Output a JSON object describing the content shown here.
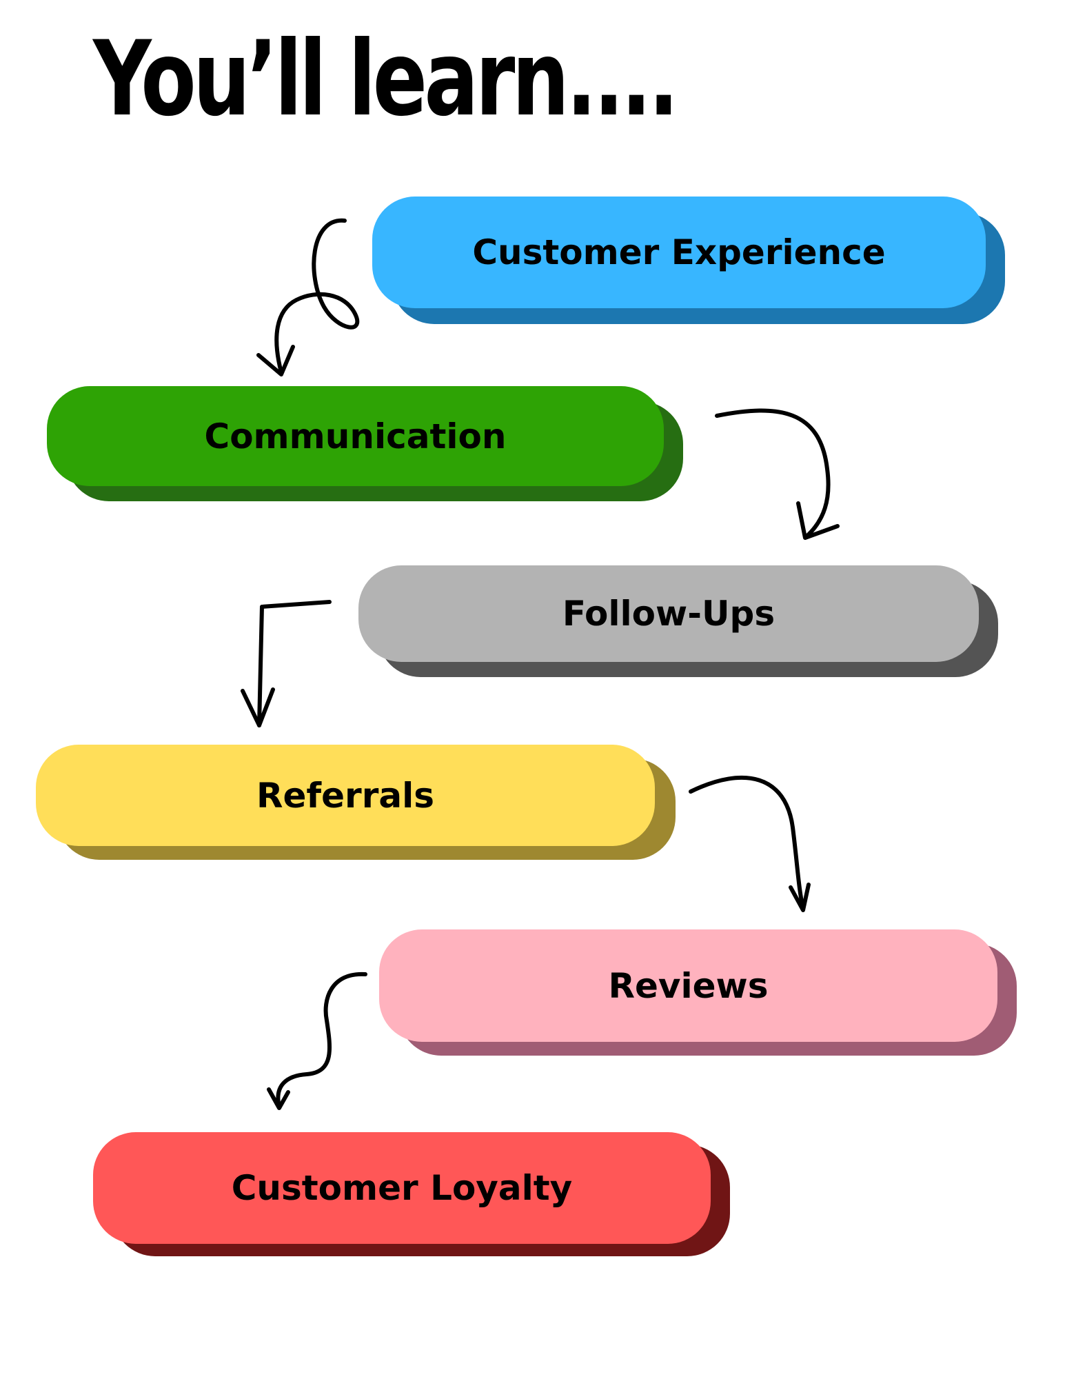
{
  "title": "You’ll learn....",
  "steps": [
    {
      "label": "Customer Experience",
      "face_color": "#38B6FF",
      "shadow_color": "#1C77B0"
    },
    {
      "label": "Communication",
      "face_color": "#2EA305",
      "shadow_color": "#266E12"
    },
    {
      "label": "Follow-Ups",
      "face_color": "#B3B3B3",
      "shadow_color": "#545454"
    },
    {
      "label": "Referrals",
      "face_color": "#FFDE59",
      "shadow_color": "#9E8830"
    },
    {
      "label": "Reviews",
      "face_color": "#FFB2BE",
      "shadow_color": "#A05C74"
    },
    {
      "label": "Customer Loyalty",
      "face_color": "#FF5757",
      "shadow_color": "#701515"
    }
  ]
}
